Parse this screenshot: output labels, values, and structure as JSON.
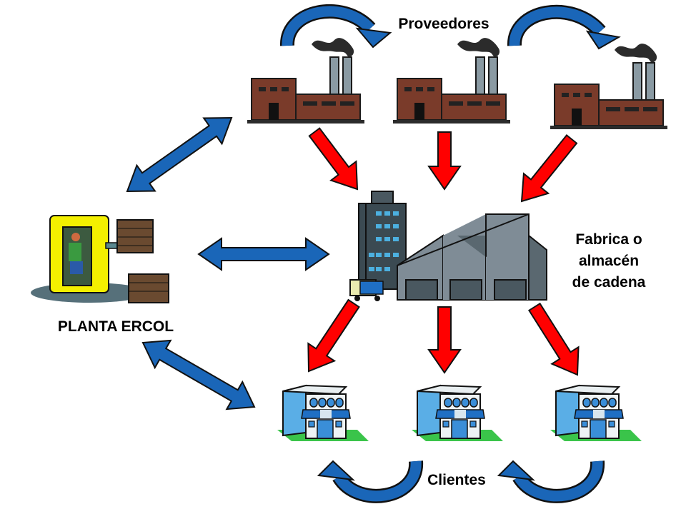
{
  "diagram": {
    "labels": {
      "suppliers": "Proveedores",
      "factory_line1": "Fabrica o",
      "factory_line2": "almacén",
      "factory_line3": "de cadena",
      "plant": "PLANTA ERCOL",
      "clients": "Clientes"
    },
    "nodes": [
      {
        "id": "supplier-1",
        "type": "factory",
        "group": "suppliers"
      },
      {
        "id": "supplier-2",
        "type": "factory",
        "group": "suppliers"
      },
      {
        "id": "supplier-3",
        "type": "factory",
        "group": "suppliers"
      },
      {
        "id": "central",
        "type": "warehouse",
        "group": "Fabrica o almacén de cadena"
      },
      {
        "id": "plant",
        "type": "forklift",
        "group": "PLANTA ERCOL"
      },
      {
        "id": "client-1",
        "type": "store",
        "group": "clients"
      },
      {
        "id": "client-2",
        "type": "store",
        "group": "clients"
      },
      {
        "id": "client-3",
        "type": "store",
        "group": "clients"
      }
    ],
    "flows": [
      {
        "from": "supplier-1",
        "to": "central",
        "kind": "material",
        "color": "red"
      },
      {
        "from": "supplier-2",
        "to": "central",
        "kind": "material",
        "color": "red"
      },
      {
        "from": "supplier-3",
        "to": "central",
        "kind": "material",
        "color": "red"
      },
      {
        "from": "central",
        "to": "client-1",
        "kind": "material",
        "color": "red"
      },
      {
        "from": "central",
        "to": "client-2",
        "kind": "material",
        "color": "red"
      },
      {
        "from": "central",
        "to": "client-3",
        "kind": "material",
        "color": "red"
      },
      {
        "from": "plant",
        "to": "suppliers",
        "kind": "information",
        "color": "blue",
        "bidirectional": true
      },
      {
        "from": "plant",
        "to": "central",
        "kind": "information",
        "color": "blue",
        "bidirectional": true
      },
      {
        "from": "plant",
        "to": "clients",
        "kind": "information",
        "color": "blue",
        "bidirectional": true
      },
      {
        "from": "supplier-1",
        "to": "supplier-2",
        "kind": "information",
        "color": "blue"
      },
      {
        "from": "supplier-2",
        "to": "supplier-3",
        "kind": "information",
        "color": "blue"
      },
      {
        "from": "client-2",
        "to": "client-1",
        "kind": "information",
        "color": "blue"
      },
      {
        "from": "client-3",
        "to": "client-2",
        "kind": "information",
        "color": "blue"
      }
    ],
    "colors": {
      "material_arrow": "#ff0000",
      "info_arrow": "#1a66b8",
      "brick": "#7a3b2a",
      "warehouse_gray": "#7f8c96",
      "store_blue": "#5aaee6",
      "forklift_yellow": "#f4f000"
    }
  }
}
